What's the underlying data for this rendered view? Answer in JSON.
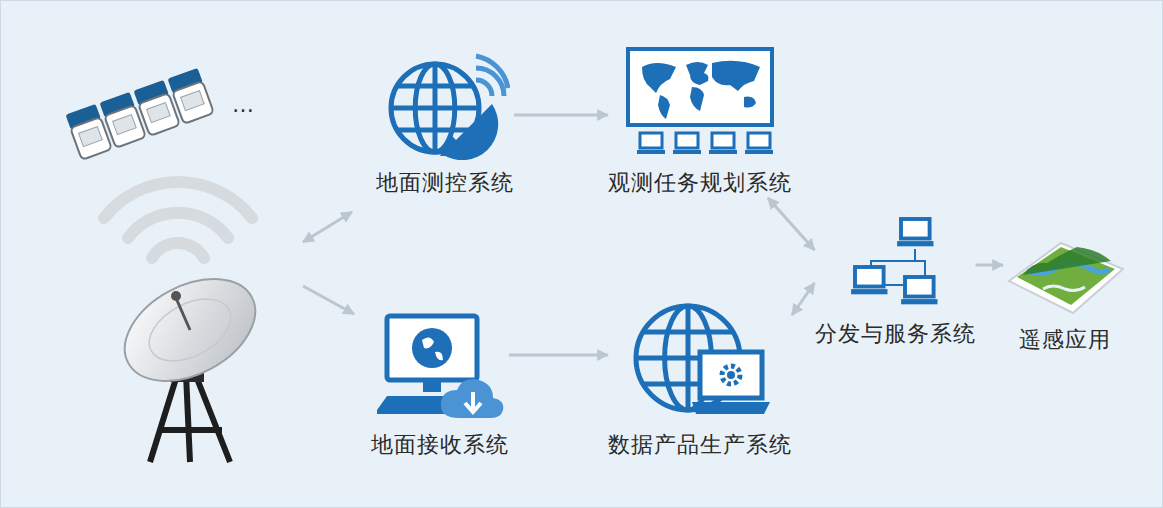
{
  "diagram": {
    "nodes": [
      {
        "text": [
          "地面测控系统"
        ]
      },
      {
        "text": [
          "观测任务规划系统"
        ]
      },
      {
        "text": [
          "地面接收系统"
        ]
      },
      {
        "text": [
          "数据产品生产系统"
        ]
      },
      {
        "text": [
          "分发与服务系统"
        ]
      },
      {
        "text": [
          "遥感应用"
        ]
      }
    ],
    "edges": [
      {
        "from": 0,
        "to": 1,
        "arrow": "to"
      },
      {
        "from": 2,
        "to": 3,
        "arrow": "to"
      },
      {
        "from": 1,
        "to": 4,
        "arrow": "both"
      },
      {
        "from": 3,
        "to": 4,
        "arrow": "both"
      },
      {
        "from": 4,
        "to": 5,
        "arrow": "to"
      }
    ],
    "labels": [
      "…"
    ]
  }
}
